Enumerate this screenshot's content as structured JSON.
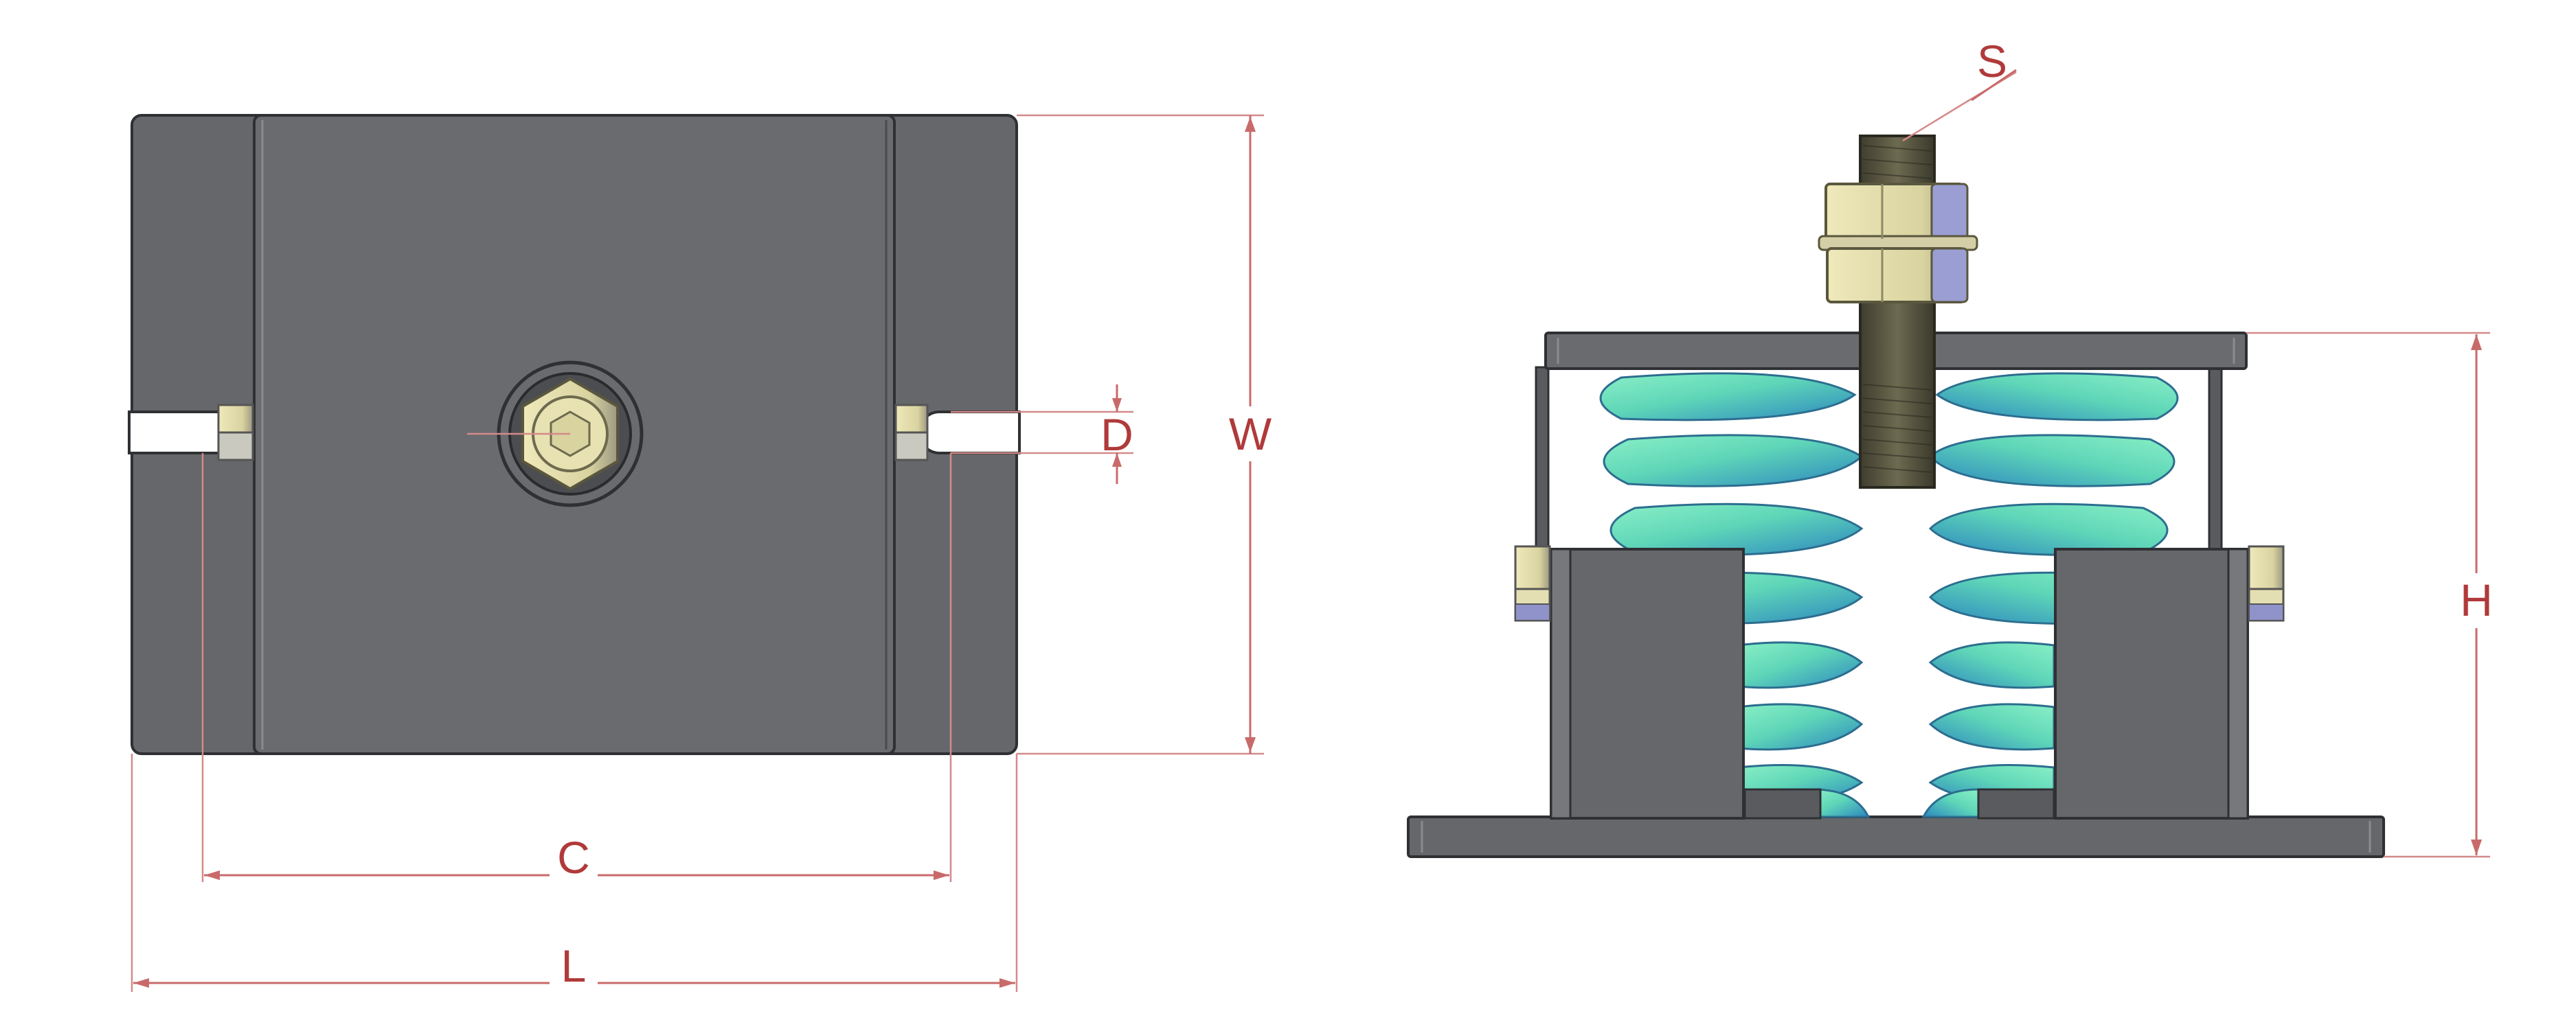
{
  "labels": {
    "c": "C",
    "l": "L",
    "d": "D",
    "w": "W",
    "s": "S",
    "h": "H"
  },
  "colors": {
    "housing": "#66676b",
    "housing_edge": "#2f3033",
    "dimension": "#c96a6a",
    "dimension_text": "#b03a3a",
    "spring_light": "#6de0b8",
    "spring_dark": "#2a8fbf",
    "brass": "#ddd8a8",
    "rod": "#55533f"
  }
}
